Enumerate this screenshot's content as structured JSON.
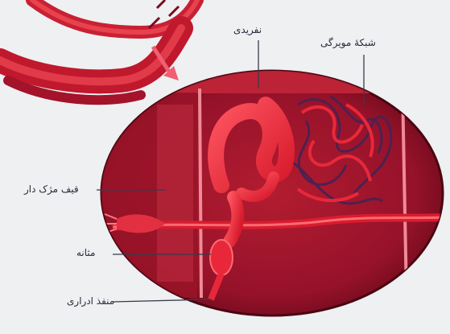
{
  "labels": {
    "nephridium": "نفریدی",
    "capillary_network": "شبکهٔ مویرگی",
    "ciliated_funnel": "قیف مژک دار",
    "bladder": "مثانه",
    "excretory_pore": "منفذ ادراری"
  },
  "colors": {
    "background": "#eef0f2",
    "body_tissue": "#a3162a",
    "dark_tissue": "#6b0a18",
    "vessel": "#e8283a",
    "capillary": "#5a2a5a",
    "leader_line": "#3a3a4a"
  }
}
